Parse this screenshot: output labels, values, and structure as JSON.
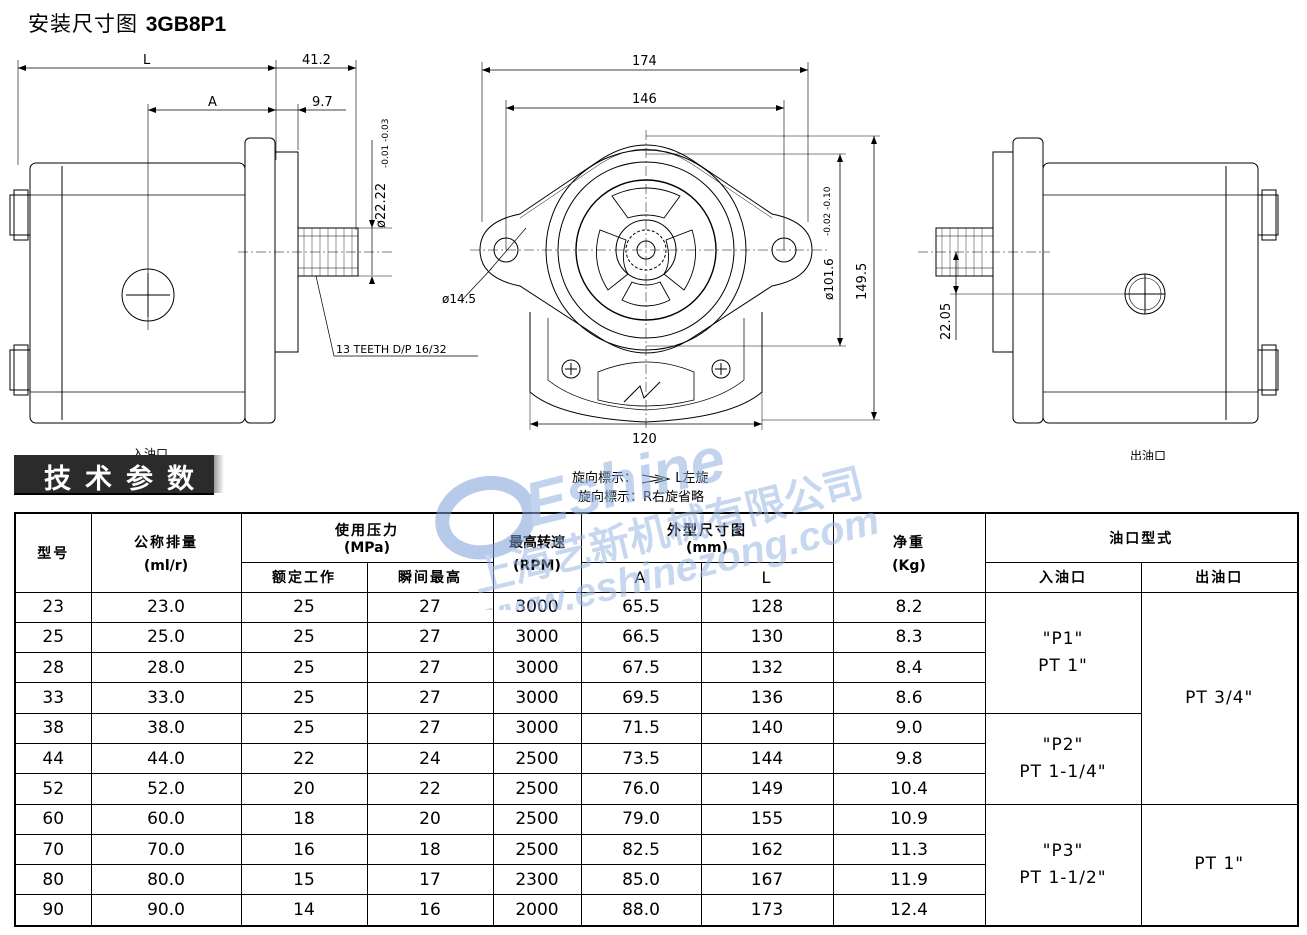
{
  "title": {
    "prefix": "安装尺寸图",
    "model": "3GB8P1"
  },
  "drawing_labels": {
    "L": "L",
    "d41": "41.2",
    "A": "A",
    "d97": "9.7",
    "shaft_dia": "ø22.22",
    "shaft_tol": "-0.01 -0.03",
    "teeth": "13 TEETH D/P 16/32",
    "d174": "174",
    "d146": "146",
    "hole": "ø14.5",
    "pilot": "ø101.6",
    "pilot_tol": "-0.02 -0.10",
    "d1495": "149.5",
    "d120": "120",
    "d2205": "22.05",
    "inlet_label": "入油口",
    "outlet_label": "出油口"
  },
  "section_banner": "技术参数",
  "rotation_note": {
    "line1": "旋向標示：",
    "line1_value": "L左旋",
    "line2": "旋向標示：R右旋省略"
  },
  "watermark": {
    "brand": "Eshine",
    "company": "上海艺新机械有限公司",
    "url": "www.eshinezong.com"
  },
  "table": {
    "headers": {
      "model": "型号",
      "disp": "公称排量",
      "disp_unit": "(ml/r)",
      "pressure": "使用压力",
      "pressure_unit": "(MPa)",
      "rated": "额定工作",
      "peak": "瞬间最高",
      "speed": "最高转速",
      "speed_unit": "(RPM)",
      "dims": "外型尺寸图",
      "dims_unit": "(mm)",
      "A": "A",
      "L": "L",
      "weight": "净重",
      "weight_unit": "(Kg)",
      "ports": "油口型式",
      "inlet": "入油口",
      "outlet": "出油口"
    },
    "rows": [
      [
        "23",
        "23.0",
        "25",
        "27",
        "3000",
        "65.5",
        "128",
        "8.2"
      ],
      [
        "25",
        "25.0",
        "25",
        "27",
        "3000",
        "66.5",
        "130",
        "8.3"
      ],
      [
        "28",
        "28.0",
        "25",
        "27",
        "3000",
        "67.5",
        "132",
        "8.4"
      ],
      [
        "33",
        "33.0",
        "25",
        "27",
        "3000",
        "69.5",
        "136",
        "8.6"
      ],
      [
        "38",
        "38.0",
        "25",
        "27",
        "3000",
        "71.5",
        "140",
        "9.0"
      ],
      [
        "44",
        "44.0",
        "22",
        "24",
        "2500",
        "73.5",
        "144",
        "9.8"
      ],
      [
        "52",
        "52.0",
        "20",
        "22",
        "2500",
        "76.0",
        "149",
        "10.4"
      ],
      [
        "60",
        "60.0",
        "18",
        "20",
        "2500",
        "79.0",
        "155",
        "10.9"
      ],
      [
        "70",
        "70.0",
        "16",
        "18",
        "2500",
        "82.5",
        "162",
        "11.3"
      ],
      [
        "80",
        "80.0",
        "15",
        "17",
        "2300",
        "85.0",
        "167",
        "11.9"
      ],
      [
        "90",
        "90.0",
        "14",
        "16",
        "2000",
        "88.0",
        "173",
        "12.4"
      ]
    ],
    "inlet_groups": [
      {
        "code": "\"P1\"",
        "size": "PT 1\""
      },
      {
        "code": "\"P2\"",
        "size": "PT 1-1/4\""
      },
      {
        "code": "\"P3\"",
        "size": "PT 1-1/2\""
      }
    ],
    "outlet_groups": [
      {
        "size": "PT 3/4\""
      },
      {
        "size": "PT 1\""
      }
    ]
  }
}
